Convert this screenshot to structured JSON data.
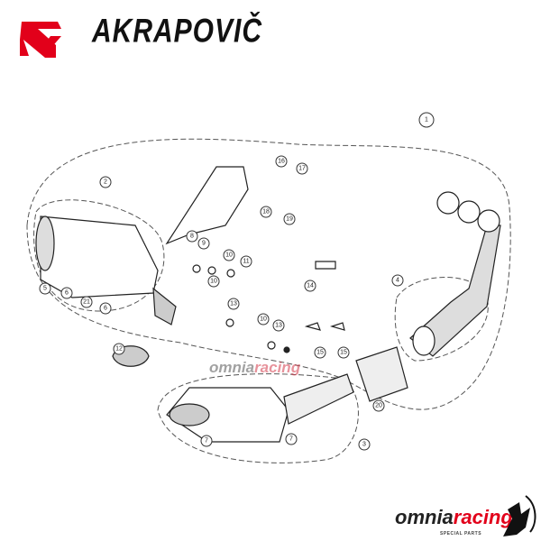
{
  "brand": {
    "name": "AKRAPOVIČ",
    "logo_color": "#e2001a"
  },
  "watermark": {
    "part1": "omnia",
    "part2": "racing"
  },
  "footer_logo": {
    "part1": "omnia",
    "part2": "racing",
    "tagline": "SPECIAL PARTS"
  },
  "callouts": [
    "1",
    "2",
    "3",
    "4",
    "5",
    "6",
    "6",
    "7",
    "7",
    "8",
    "9",
    "10",
    "10",
    "10",
    "11",
    "12",
    "13",
    "13",
    "14",
    "15",
    "15",
    "16",
    "17",
    "18",
    "19",
    "20",
    "21"
  ]
}
